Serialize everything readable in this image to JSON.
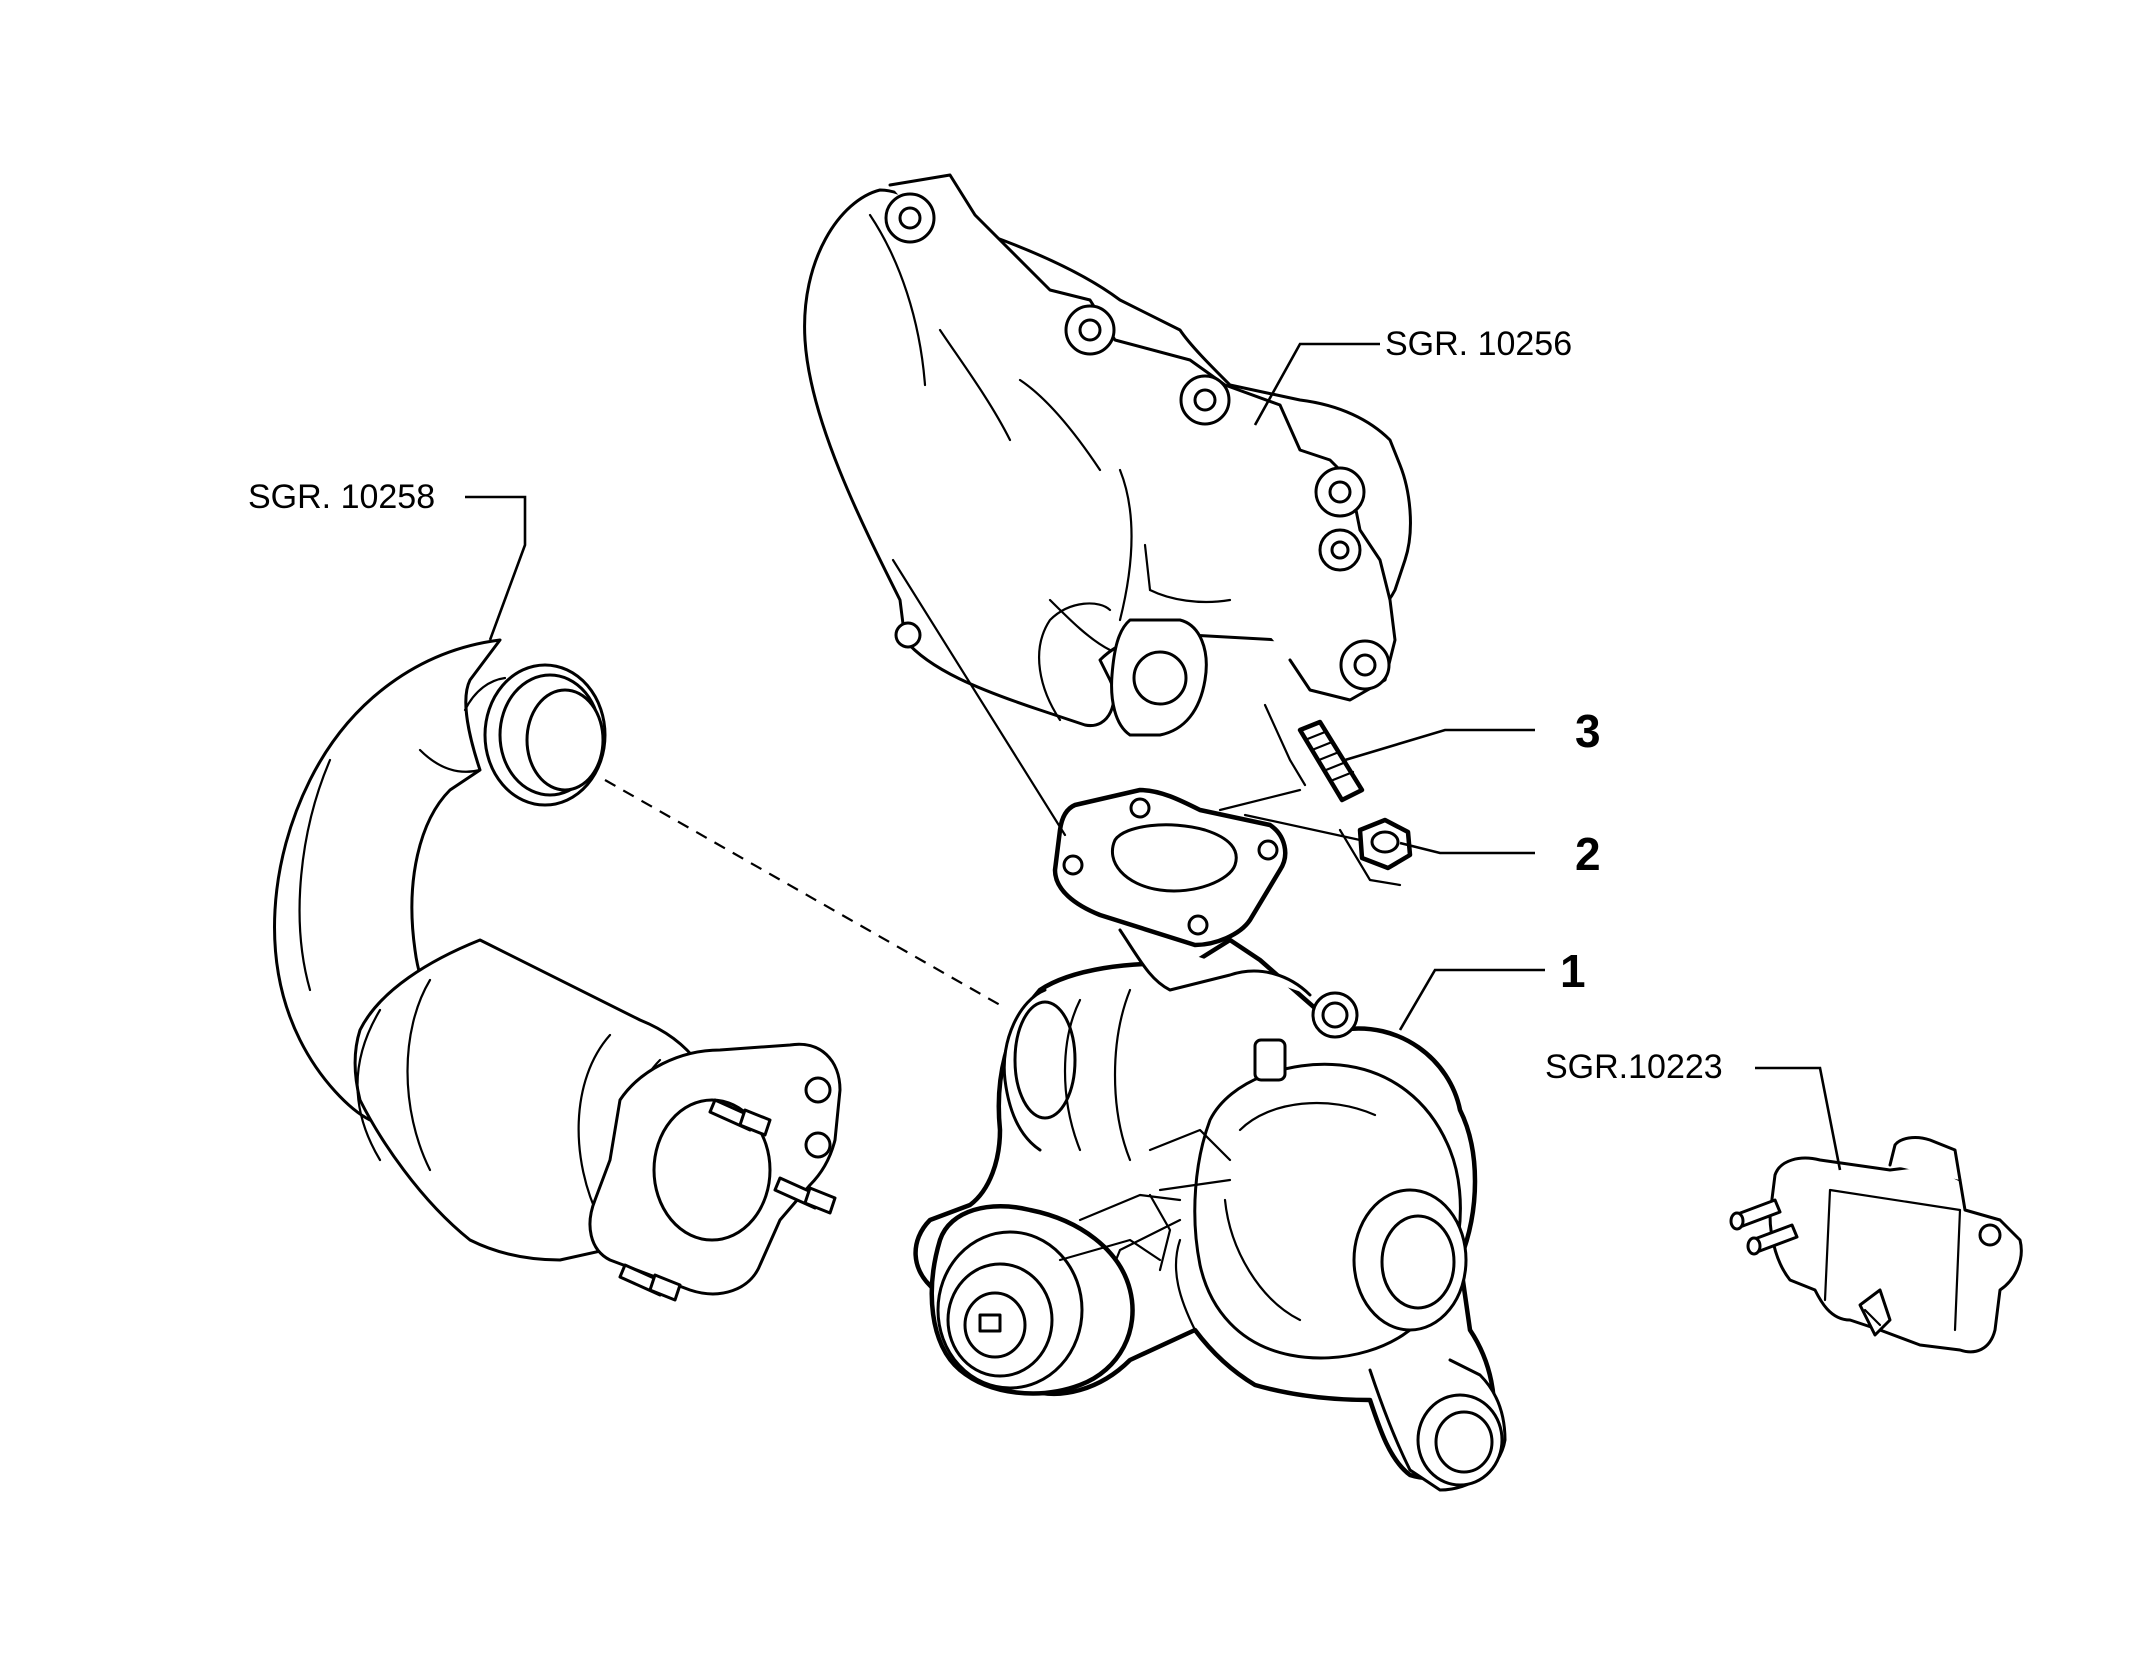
{
  "references": {
    "manifold": "SGR. 10256",
    "downpipe": "SGR. 10258",
    "valve": "SGR.10223"
  },
  "callouts": {
    "turbocharger": "1",
    "nut": "2",
    "stud": "3"
  }
}
